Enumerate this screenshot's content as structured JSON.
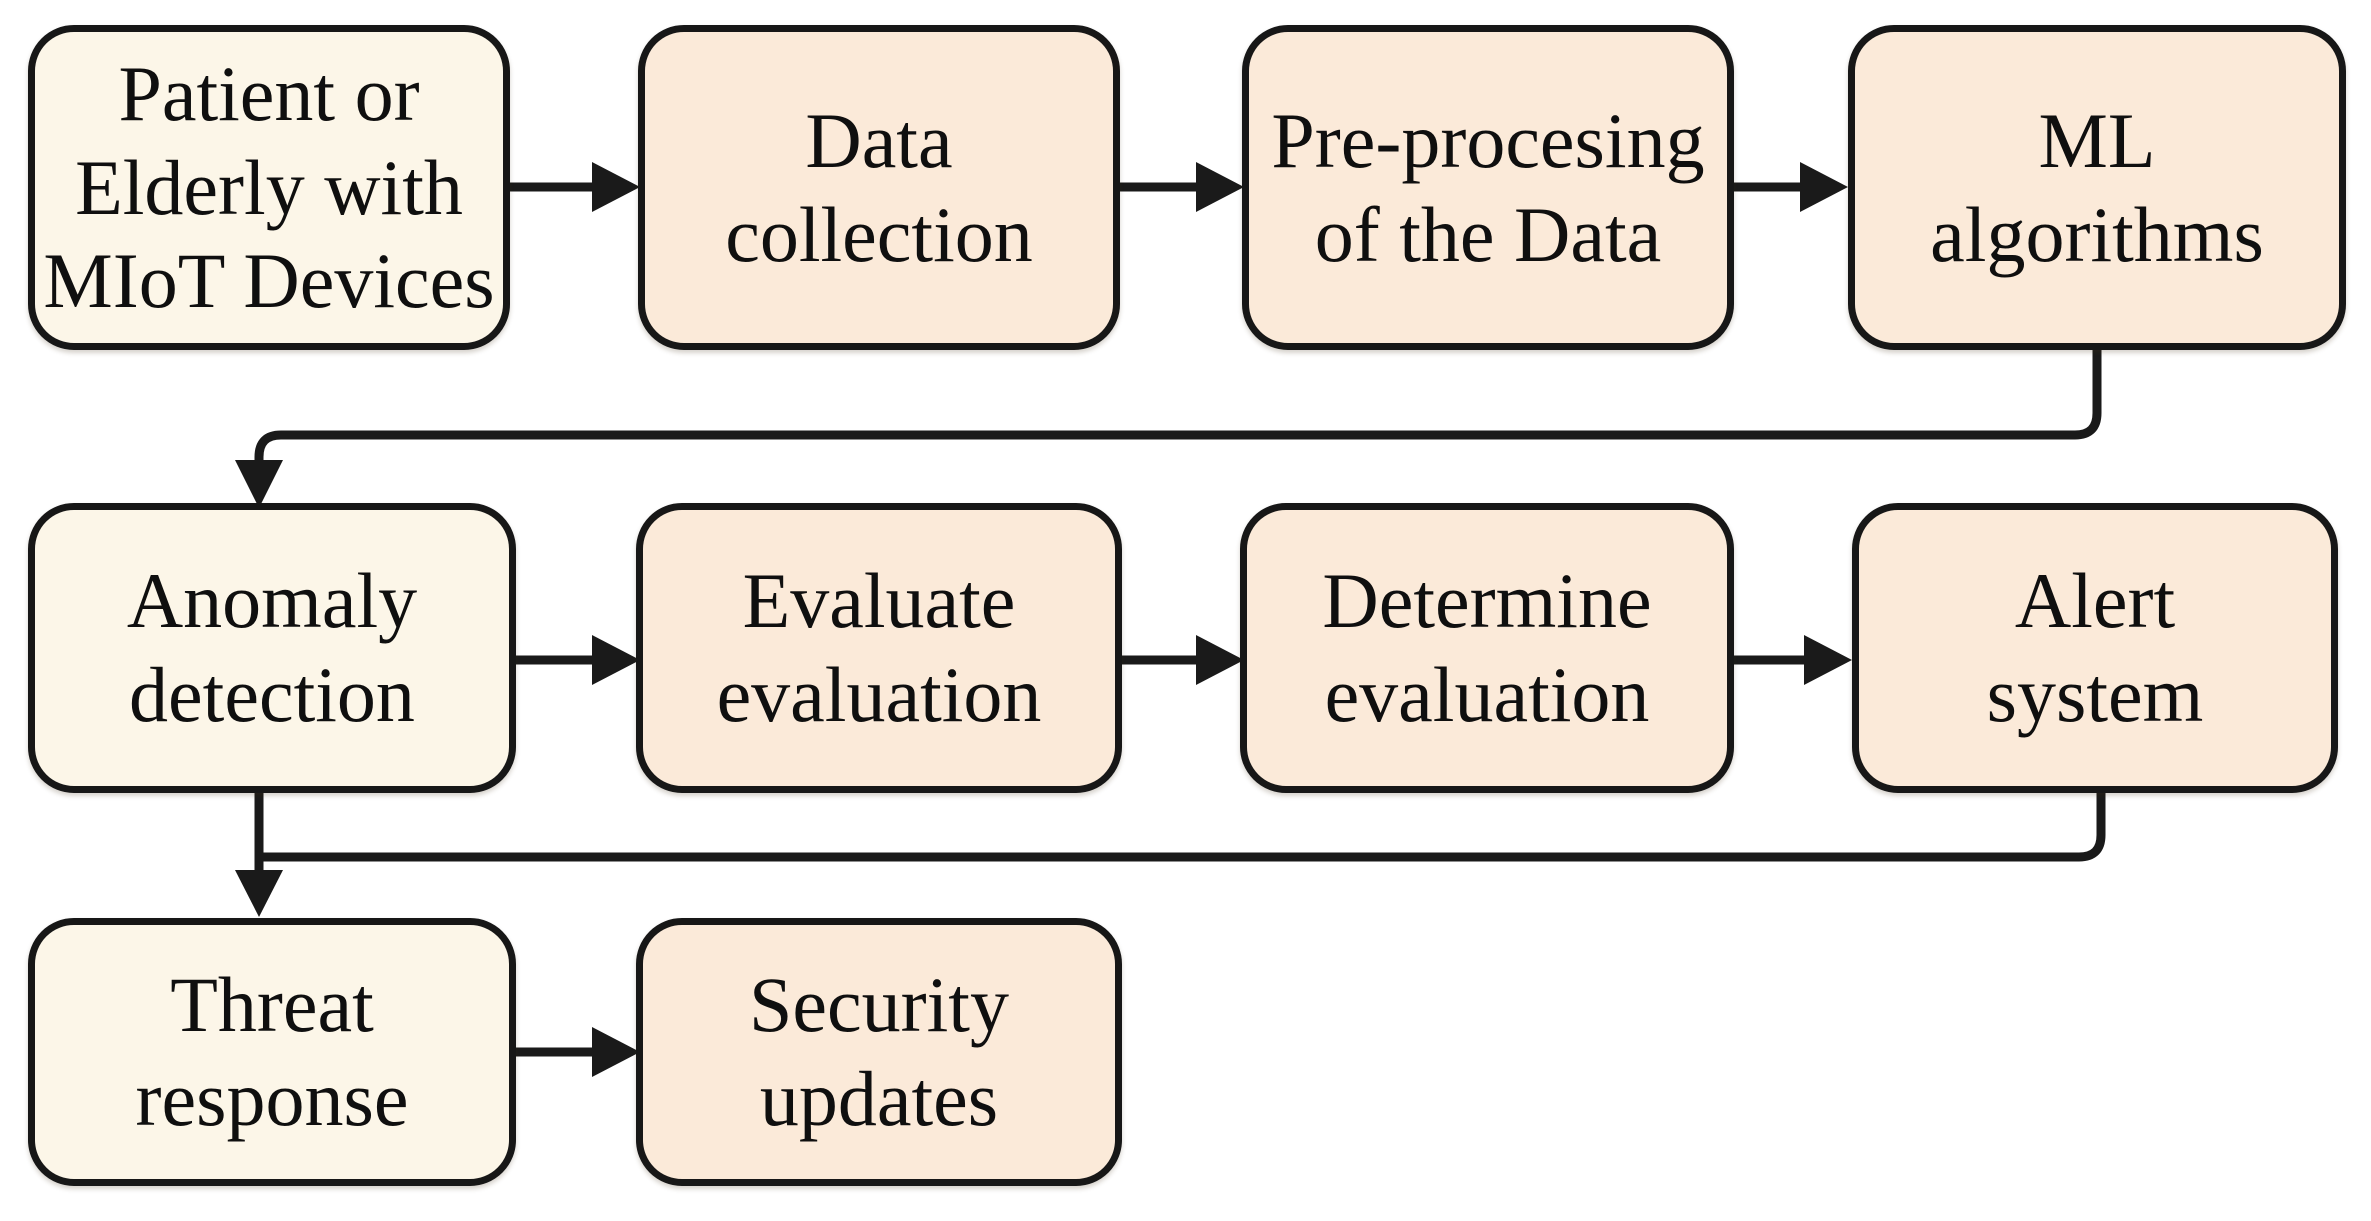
{
  "diagram": {
    "type": "flowchart",
    "background_color": "#ffffff",
    "connector_color": "#1a1a1a",
    "text_color": "#0f0f0f",
    "node_fill_cream": "#fcf6e8",
    "node_fill_peach": "#fbead9",
    "nodes": {
      "patient": {
        "label": "Patient or\nElderly with\nMIoT Devices"
      },
      "data_collection": {
        "label": "Data\ncollection"
      },
      "pre_processing": {
        "label": "Pre-procesing\nof the Data"
      },
      "ml_algorithms": {
        "label": "ML\nalgorithms"
      },
      "anomaly_detection": {
        "label": "Anomaly\ndetection"
      },
      "evaluate_evaluation": {
        "label": "Evaluate\nevaluation"
      },
      "determine_evaluation": {
        "label": "Determine\nevaluation"
      },
      "alert_system": {
        "label": "Alert\nsystem"
      },
      "threat_response": {
        "label": "Threat\nresponse"
      },
      "security_updates": {
        "label": "Security\nupdates"
      }
    },
    "edges": [
      {
        "from": "patient",
        "to": "data_collection"
      },
      {
        "from": "data_collection",
        "to": "pre_processing"
      },
      {
        "from": "pre_processing",
        "to": "ml_algorithms"
      },
      {
        "from": "ml_algorithms",
        "to": "anomaly_detection"
      },
      {
        "from": "anomaly_detection",
        "to": "evaluate_evaluation"
      },
      {
        "from": "evaluate_evaluation",
        "to": "determine_evaluation"
      },
      {
        "from": "determine_evaluation",
        "to": "alert_system"
      },
      {
        "from": "alert_system",
        "to": "threat_response"
      },
      {
        "from": "anomaly_detection",
        "to": "threat_response"
      },
      {
        "from": "threat_response",
        "to": "security_updates"
      }
    ]
  }
}
